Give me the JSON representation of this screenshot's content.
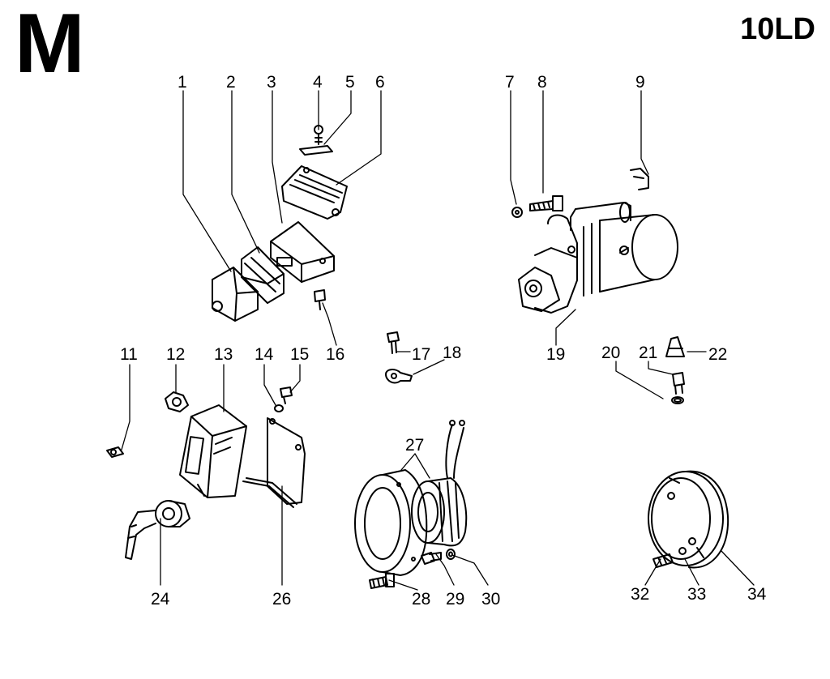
{
  "header": {
    "section_letter": "M",
    "model": "10LD"
  },
  "callouts": [
    "1",
    "2",
    "3",
    "4",
    "5",
    "6",
    "7",
    "8",
    "9",
    "11",
    "12",
    "13",
    "14",
    "15",
    "16",
    "17",
    "18",
    "19",
    "20",
    "21",
    "22",
    "24",
    "26",
    "27",
    "28",
    "29",
    "30",
    "32",
    "33",
    "34"
  ]
}
